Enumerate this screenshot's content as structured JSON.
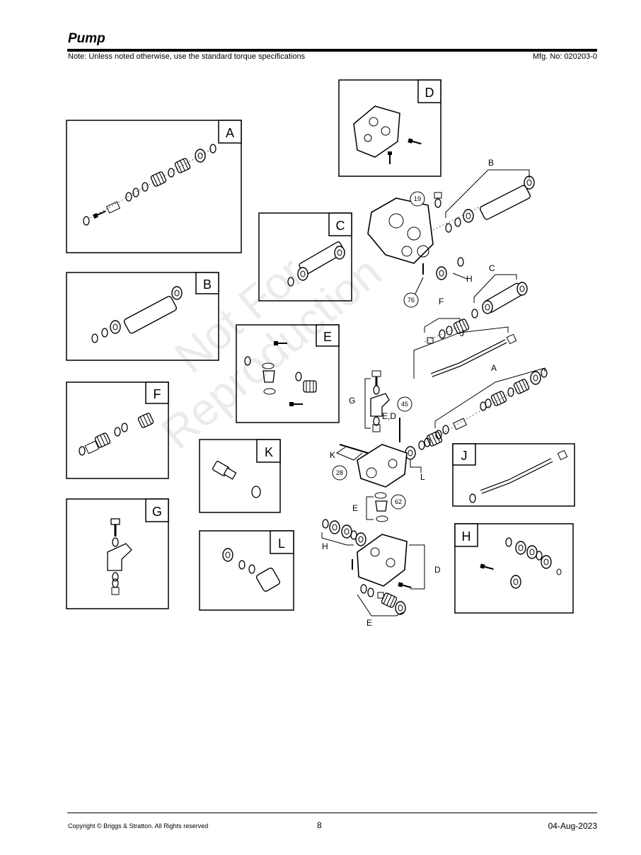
{
  "header": {
    "title": "Pump",
    "note": "Note: Unless noted otherwise, use the standard torque specifications",
    "mfg": "Mfg. No: 020203-0"
  },
  "footer": {
    "copyright": "Copyright ©  Briggs & Stratton. All Rights reserved",
    "page": "8",
    "date": "04-Aug-2023"
  },
  "watermark": {
    "line1": "Not For",
    "line2": "Reproduction"
  },
  "insets": [
    {
      "letter": "A"
    },
    {
      "letter": "B"
    },
    {
      "letter": "C"
    },
    {
      "letter": "D"
    },
    {
      "letter": "E"
    },
    {
      "letter": "F"
    },
    {
      "letter": "G"
    },
    {
      "letter": "H"
    },
    {
      "letter": "J"
    },
    {
      "letter": "K"
    },
    {
      "letter": "L"
    }
  ],
  "main_labels": {
    "b": "B",
    "c": "C",
    "f": "F",
    "j": "J",
    "a": "A",
    "g": "G",
    "ed": "E,D",
    "k": "K",
    "l": "L",
    "e_top": "E",
    "h_top": "H",
    "h_bot": "H",
    "d": "D",
    "e_bot": "E"
  },
  "callouts": {
    "c19": "19",
    "c76": "76",
    "c45": "45",
    "c28": "28",
    "c62": "62"
  }
}
